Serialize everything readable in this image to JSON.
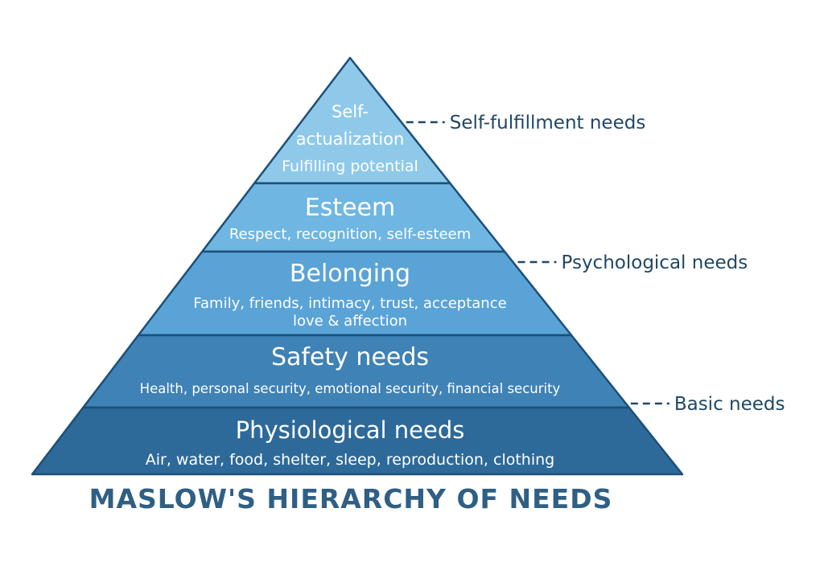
{
  "title": "MASLOW'S HIERARCHY OF NEEDS",
  "tiers": [
    {
      "title_lines": [
        "Self-",
        "actualization"
      ],
      "subtitle_lines": [
        "Fulfilling potential"
      ],
      "color": "#8ec9ea"
    },
    {
      "title_lines": [
        "Esteem"
      ],
      "subtitle_lines": [
        "Respect, recognition, self-esteem"
      ],
      "color": "#6fb6e2"
    },
    {
      "title_lines": [
        "Belonging"
      ],
      "subtitle_lines": [
        "Family, friends, intimacy, trust, acceptance",
        "love & affection"
      ],
      "color": "#5aa3d6"
    },
    {
      "title_lines": [
        "Safety needs"
      ],
      "subtitle_lines": [
        "Health, personal security, emotional security, financial security"
      ],
      "color": "#3f82b6"
    },
    {
      "title_lines": [
        "Physiological needs"
      ],
      "subtitle_lines": [
        "Air, water, food, shelter, sleep, reproduction, clothing"
      ],
      "color": "#2d6a99"
    }
  ],
  "groups": [
    {
      "label": "Self-fulfillment needs"
    },
    {
      "label": "Psychological needs"
    },
    {
      "label": "Basic needs"
    }
  ],
  "colors": {
    "label_text": "#1f4766",
    "title_text": "#2f5f84",
    "tier_text": "#ffffff"
  }
}
